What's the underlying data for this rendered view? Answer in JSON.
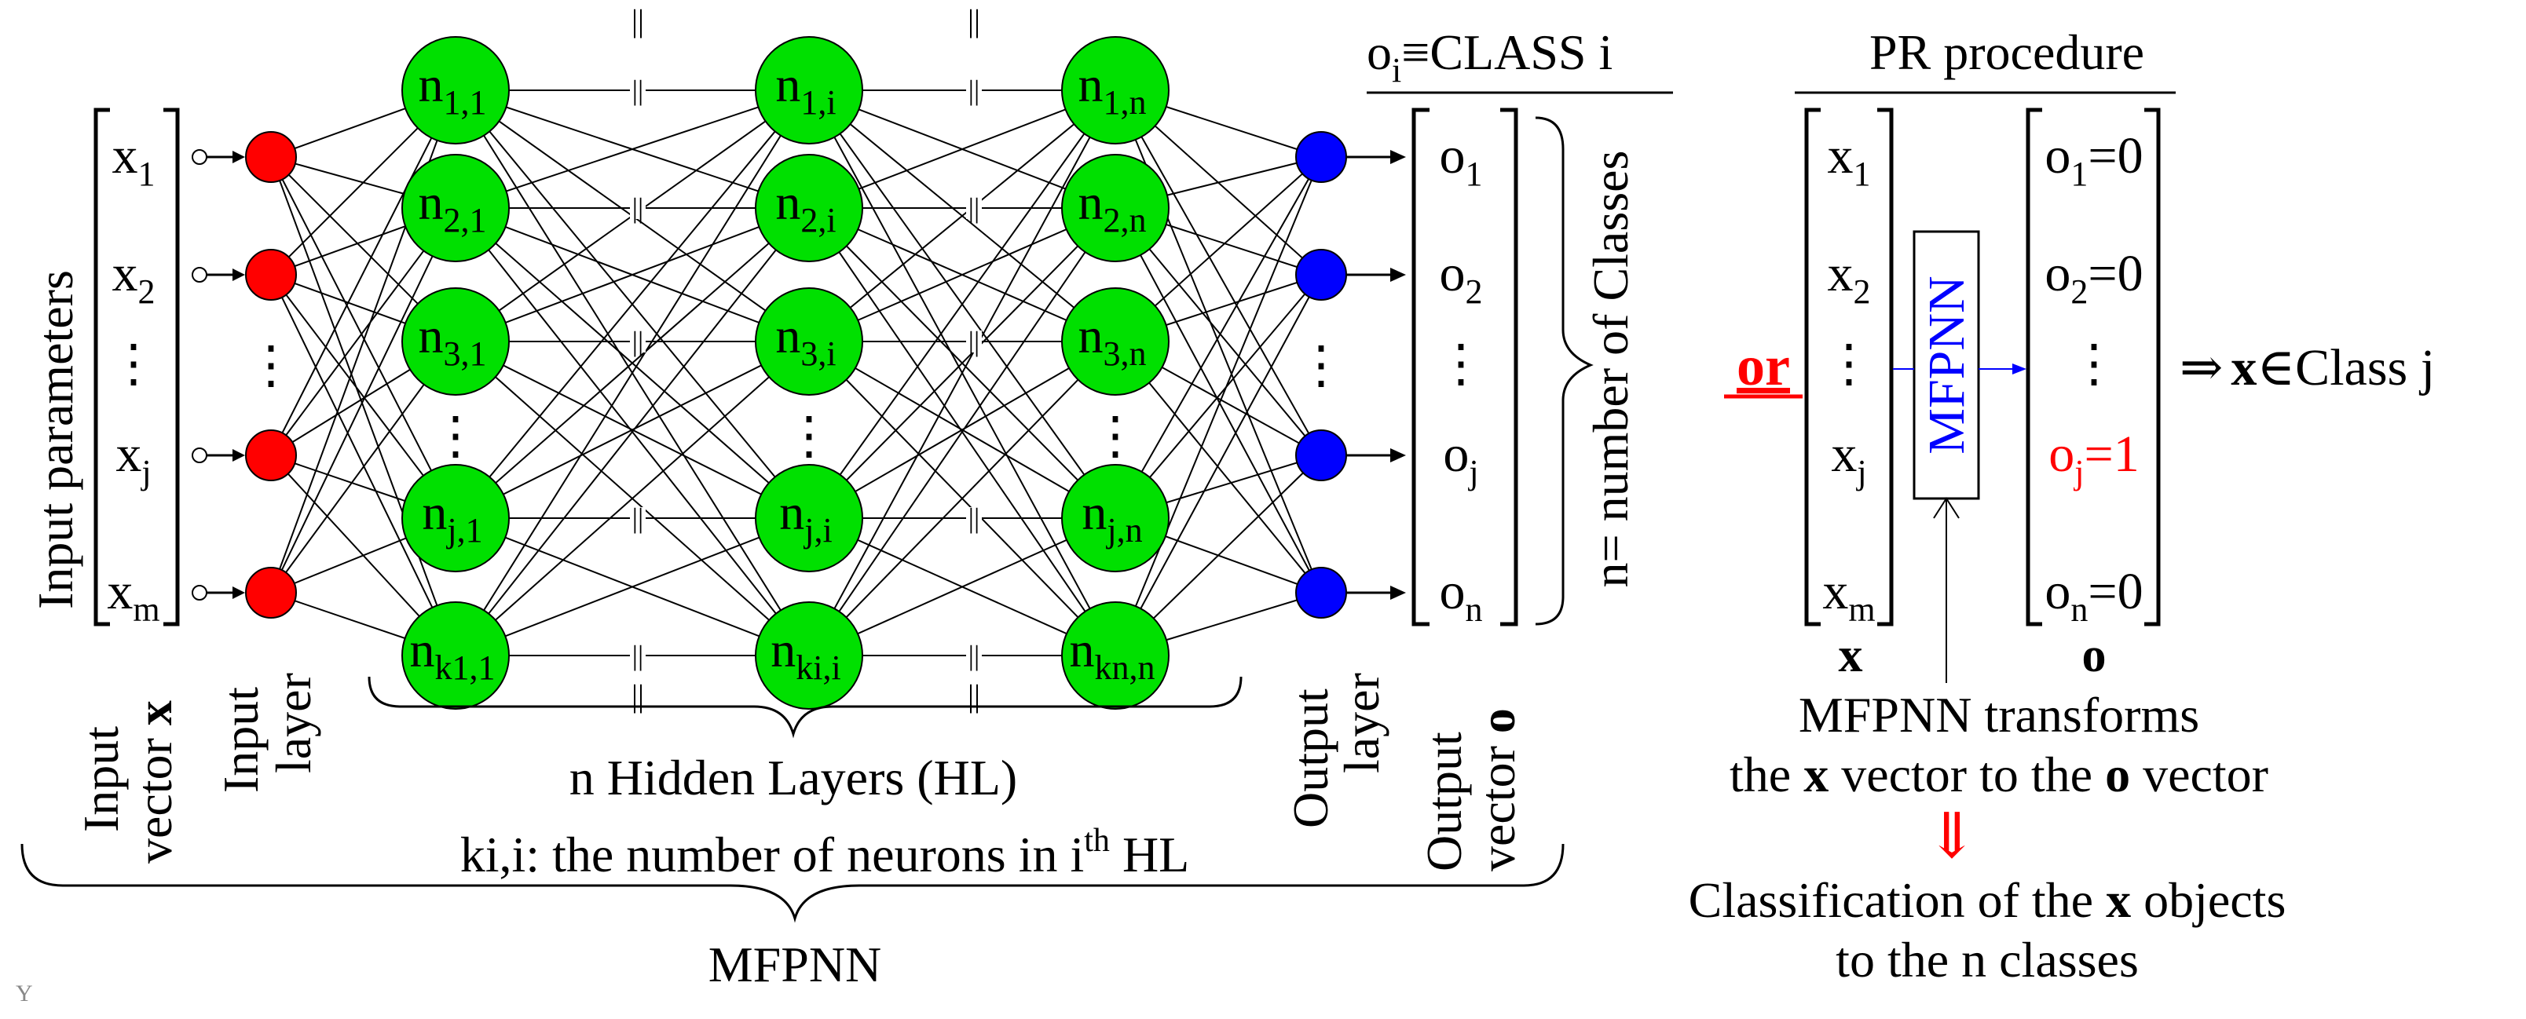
{
  "network": {
    "input_items": [
      {
        "base": "x",
        "sub": "1"
      },
      {
        "base": "x",
        "sub": "2"
      },
      {
        "base": "⋮",
        "sub": ""
      },
      {
        "base": "x",
        "sub": "j"
      },
      {
        "base": "x",
        "sub": "m"
      }
    ],
    "hidden_columns": [
      {
        "nodes": [
          {
            "base": "n",
            "sub": "1,1"
          },
          {
            "base": "n",
            "sub": "2,1"
          },
          {
            "base": "n",
            "sub": "3,1"
          },
          {
            "base": "n",
            "sub": "j,1"
          },
          {
            "base": "n",
            "sub": "k1,1"
          }
        ]
      },
      {
        "nodes": [
          {
            "base": "n",
            "sub": "1,i"
          },
          {
            "base": "n",
            "sub": "2,i"
          },
          {
            "base": "n",
            "sub": "3,i"
          },
          {
            "base": "n",
            "sub": "j,i"
          },
          {
            "base": "n",
            "sub": "ki,i"
          }
        ]
      },
      {
        "nodes": [
          {
            "base": "n",
            "sub": "1,n"
          },
          {
            "base": "n",
            "sub": "2,n"
          },
          {
            "base": "n",
            "sub": "3,n"
          },
          {
            "base": "n",
            "sub": "j,n"
          },
          {
            "base": "n",
            "sub": "kn,n"
          }
        ]
      }
    ],
    "output_items": [
      {
        "base": "o",
        "sub": "1"
      },
      {
        "base": "o",
        "sub": "2"
      },
      {
        "base": "⋮",
        "sub": ""
      },
      {
        "base": "o",
        "sub": "j"
      },
      {
        "base": "o",
        "sub": "n"
      }
    ],
    "vertical_dots": "⋮",
    "break_mark": "||",
    "colors": {
      "input_layer": "#ff0000",
      "hidden": "#00e000",
      "output_layer": "#0000ff",
      "highlight": "#ff0000",
      "mfpnn_box": "#0000ff"
    }
  },
  "labels": {
    "input_parameters": "Input parameters",
    "input_vector": "Input",
    "input_vector_2": "vector",
    "input_vector_bold": "x",
    "input_layer_1": "Input",
    "input_layer_2": "layer",
    "hidden_layers": "n Hidden Layers (HL)",
    "neurons_pre": "ki,i: the number of neurons in i",
    "neurons_sup": "th",
    "neurons_post": " HL",
    "output_layer_1": "Output",
    "output_layer_2": "layer",
    "output_vector_1": "Output",
    "output_vector_2": "vector",
    "output_vector_bold": "o",
    "class_header_base": "o",
    "class_header_sub": "i",
    "class_header_rest": "≡CLASS i",
    "number_of_classes": "n= number of Classes",
    "mfpnn": "MFPNN",
    "or": "or"
  },
  "pr_procedure": {
    "title": "PR procedure",
    "x_items": [
      {
        "base": "x",
        "sub": "1"
      },
      {
        "base": "x",
        "sub": "2"
      },
      {
        "base": "⋮",
        "sub": ""
      },
      {
        "base": "x",
        "sub": "j"
      },
      {
        "base": "x",
        "sub": "m"
      }
    ],
    "o_items": [
      {
        "base": "o",
        "sub": "1",
        "rest": "=0"
      },
      {
        "base": "o",
        "sub": "2",
        "rest": "=0"
      },
      {
        "base": "⋮",
        "sub": "",
        "rest": ""
      },
      {
        "base": "o",
        "sub": "j",
        "rest": "=1"
      },
      {
        "base": "o",
        "sub": "n",
        "rest": "=0"
      }
    ],
    "box_label": "MFPNN",
    "x_label": "x",
    "o_label": "o",
    "result_arrow": "⇒",
    "result_bold": "x",
    "result_rest": "∈Class j",
    "transform_line1": "MFPNN transforms",
    "transform_line2_a": "the ",
    "transform_line2_b": "x",
    "transform_line2_c": " vector to the ",
    "transform_line2_d": "o",
    "transform_line2_e": " vector",
    "down_arrow": "⇓",
    "class_line1_a": "Classification of the ",
    "class_line1_b": "x",
    "class_line1_c": " objects",
    "class_line2": "to the n classes"
  },
  "corner_mark": "Y"
}
